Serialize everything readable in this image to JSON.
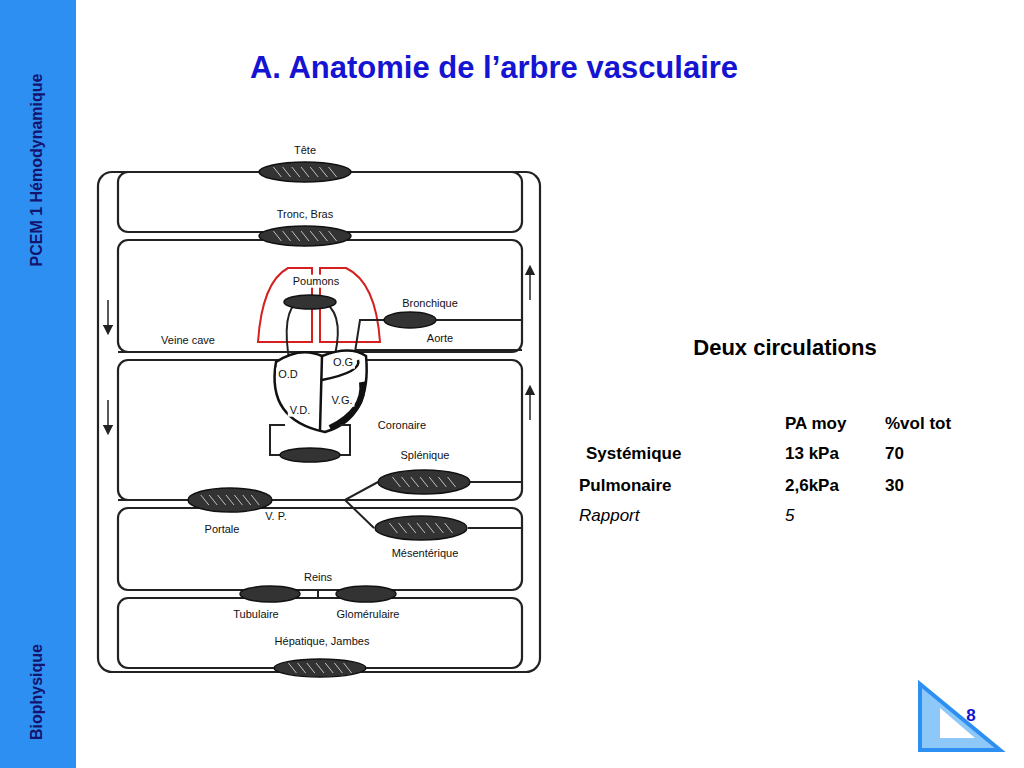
{
  "diagram": {
    "title": "A. Anatomie de l’arbre vasculaire",
    "labels": [
      "PCEM 1 Hémodynamique",
      "Biophysique",
      "Tête",
      "Tronc, Bras",
      "Poumons",
      "Bronchique",
      "Veine cave",
      "Aorte",
      "O.D",
      "O.G",
      "V.D.",
      "V.G.",
      "Coronaire",
      "Splénique",
      "V. P.",
      "Portale",
      "Mésentérique",
      "Reins",
      "Tubulaire",
      "Glomérulaire",
      "Hépatique, Jambes",
      "Deux circulations",
      "PA moy",
      "%vol tot",
      "Systémique",
      "13 kPa",
      "70",
      "Pulmonaire",
      "2,6kPa",
      "30",
      "Rapport",
      "5",
      "8"
    ]
  }
}
